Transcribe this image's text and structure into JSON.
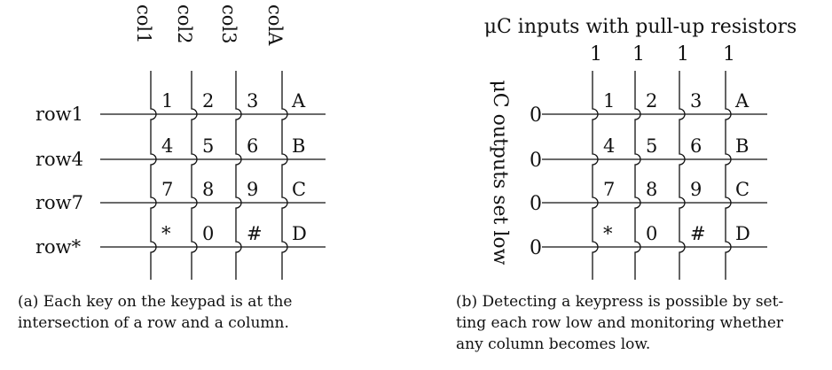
{
  "panel_a": {
    "column_labels": [
      "col1",
      "col2",
      "col3",
      "colA"
    ],
    "row_labels": [
      "row1",
      "row4",
      "row7",
      "row*"
    ],
    "keys": [
      [
        "1",
        "2",
        "3",
        "A"
      ],
      [
        "4",
        "5",
        "6",
        "B"
      ],
      [
        "7",
        "8",
        "9",
        "C"
      ],
      [
        "*",
        "0",
        "#",
        "D"
      ]
    ],
    "caption_lines": [
      "(a) Each key on the keypad is at the",
      "intersection of a row and a column."
    ]
  },
  "panel_b": {
    "title": "μC inputs with pull-up resistors",
    "side_label": "μC outputs set low",
    "column_values": [
      "1",
      "1",
      "1",
      "1"
    ],
    "row_values": [
      "0",
      "0",
      "0",
      "0"
    ],
    "keys": [
      [
        "1",
        "2",
        "3",
        "A"
      ],
      [
        "4",
        "5",
        "6",
        "B"
      ],
      [
        "7",
        "8",
        "9",
        "C"
      ],
      [
        "*",
        "0",
        "#",
        "D"
      ]
    ],
    "caption_lines": [
      "(b) Detecting a keypress is possible by set-",
      "ting each row low and monitoring whether",
      "any column becomes low."
    ]
  }
}
